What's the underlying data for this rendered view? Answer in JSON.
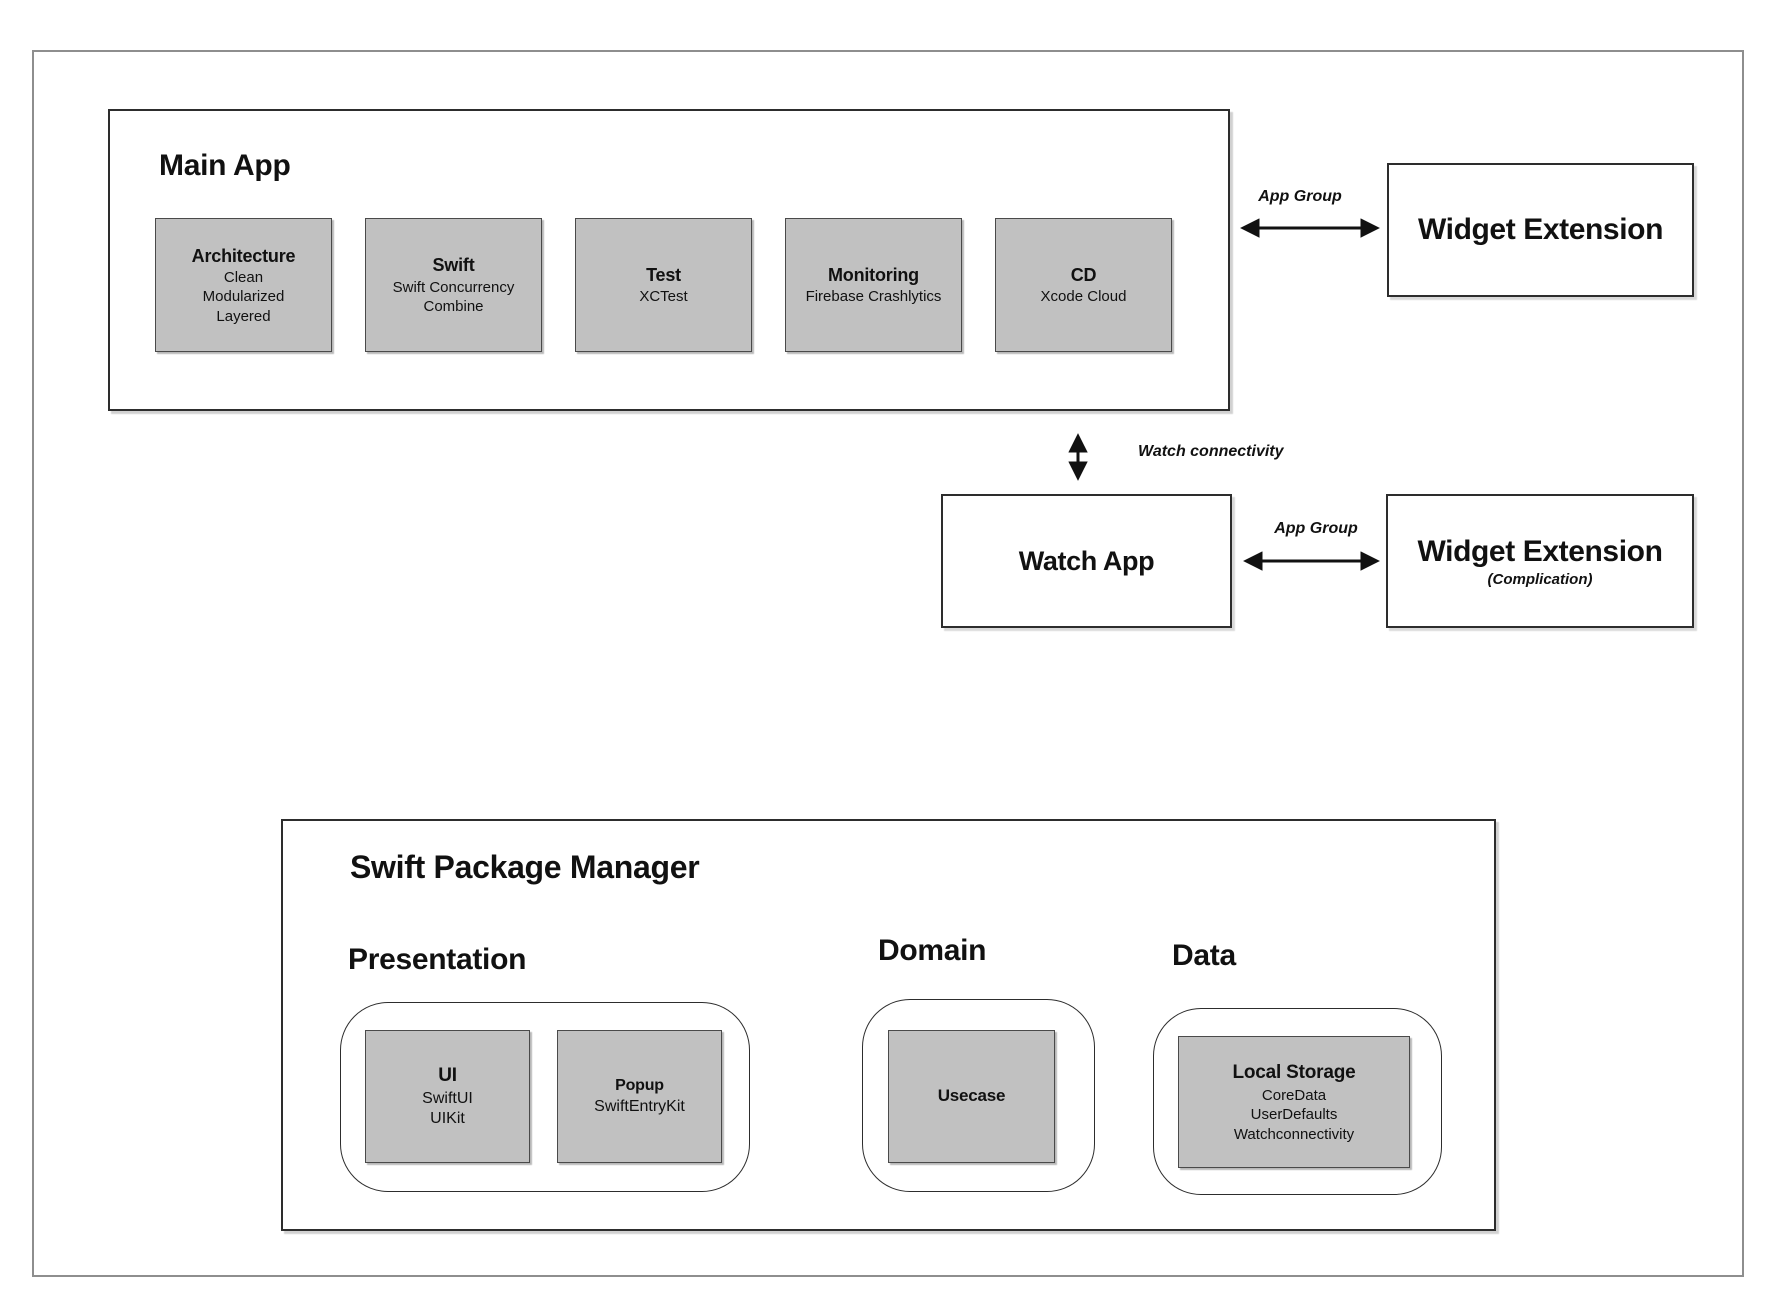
{
  "colors": {
    "module_fill": "#c1c1c1",
    "box_border": "#2d2d2d",
    "outer_border": "#8e8e8e",
    "arrow": "#111111"
  },
  "main_app": {
    "title": "Main App",
    "modules": [
      {
        "title": "Architecture",
        "lines": [
          "Clean",
          "Modularized",
          "Layered"
        ]
      },
      {
        "title": "Swift",
        "lines": [
          "Swift Concurrency",
          "Combine"
        ]
      },
      {
        "title": "Test",
        "lines": [
          "XCTest"
        ]
      },
      {
        "title": "Monitoring",
        "lines": [
          "Firebase Crashlytics"
        ]
      },
      {
        "title": "CD",
        "lines": [
          "Xcode Cloud"
        ]
      }
    ]
  },
  "widget_extension": {
    "title": "Widget Extension"
  },
  "watch_app": {
    "title": "Watch App"
  },
  "widget_extension_complication": {
    "title": "Widget Extension",
    "subtitle": "(Complication)"
  },
  "labels": {
    "app_group_top": "App Group",
    "watch_connectivity": "Watch connectivity",
    "app_group_bottom": "App Group"
  },
  "spm": {
    "title": "Swift Package Manager",
    "presentation": {
      "heading": "Presentation",
      "modules": [
        {
          "title": "UI",
          "lines": [
            "SwiftUI",
            "UIKit"
          ]
        },
        {
          "title": "Popup",
          "lines": [
            "SwiftEntryKit"
          ]
        }
      ]
    },
    "domain": {
      "heading": "Domain",
      "modules": [
        {
          "title": "Usecase",
          "lines": []
        }
      ]
    },
    "data": {
      "heading": "Data",
      "modules": [
        {
          "title": "Local Storage",
          "lines": [
            "CoreData",
            "UserDefaults",
            "Watchconnectivity"
          ]
        }
      ]
    }
  }
}
